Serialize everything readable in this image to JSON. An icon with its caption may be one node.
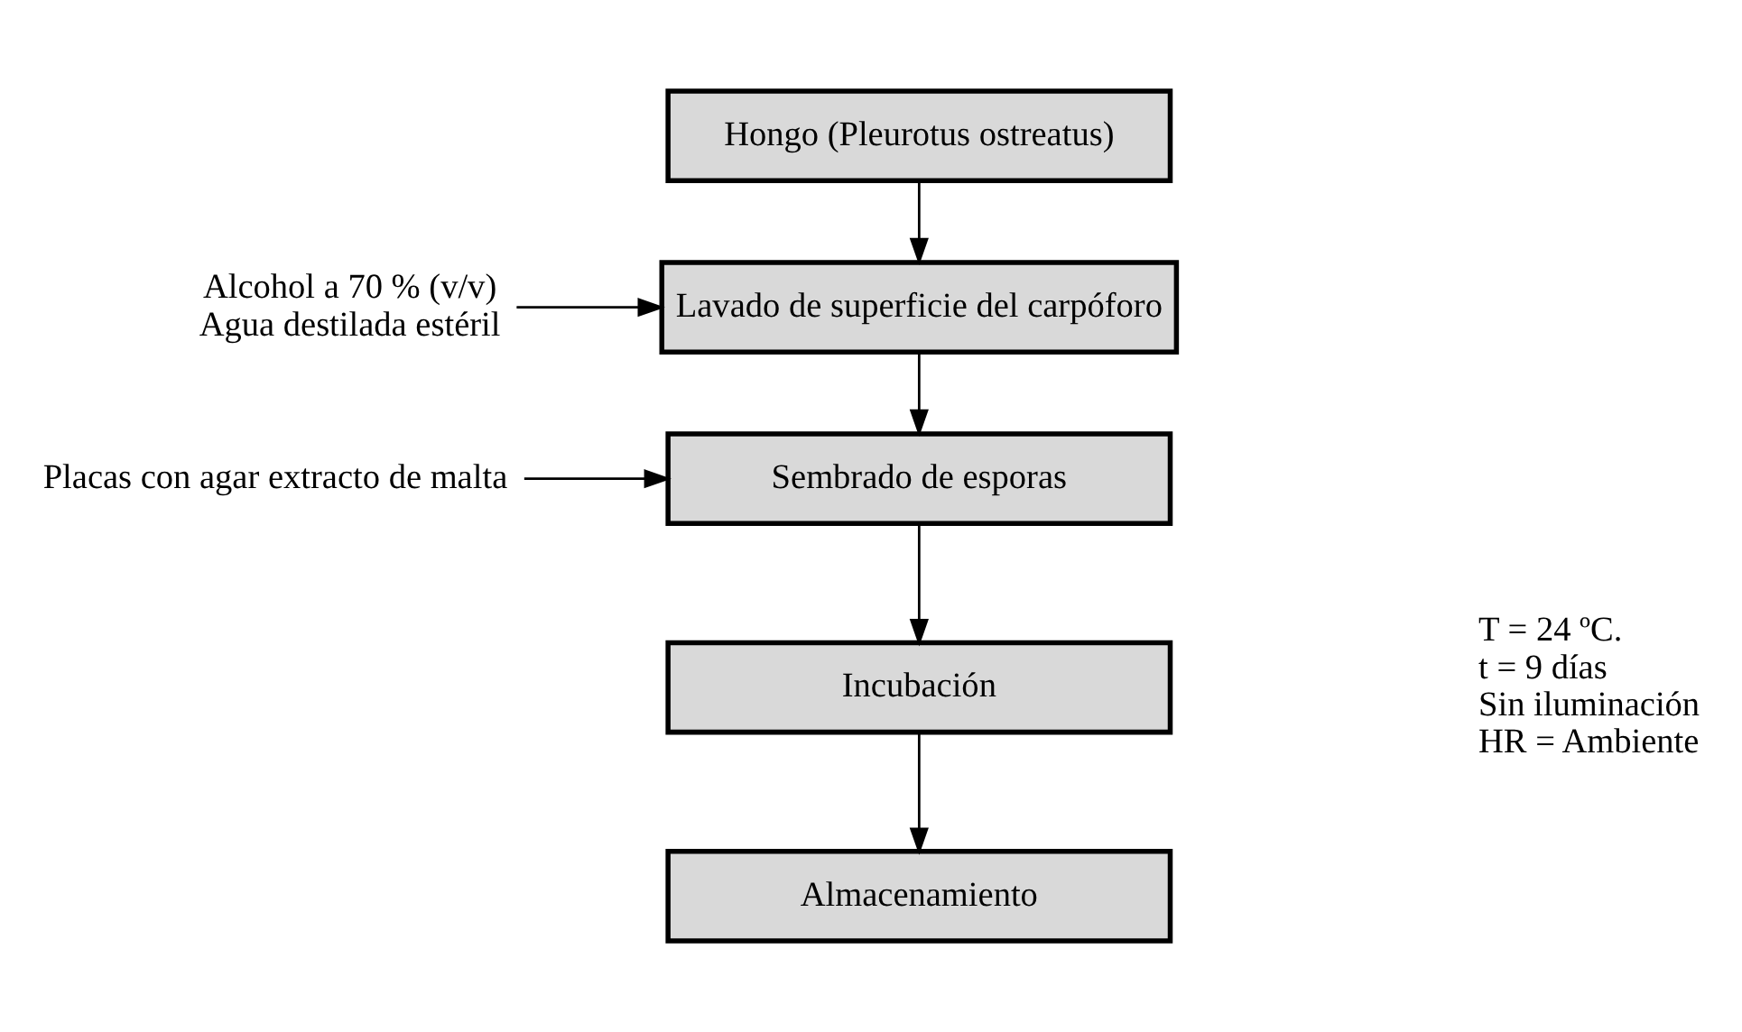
{
  "diagram": {
    "nodes": [
      {
        "text": [
          "Hongo (Pleurotus ostreatus)"
        ]
      },
      {
        "text": [
          "Alcohol a 70 % (v/v)",
          "Agua destilada estéril"
        ]
      },
      {
        "text": [
          "Lavado de superficie del carpóforo"
        ]
      },
      {
        "text": [
          "Placas con agar extracto de malta"
        ]
      },
      {
        "text": [
          "Sembrado de esporas"
        ]
      },
      {
        "text": [
          "Incubación"
        ],
        "beside": [
          "T = 24 ºC.",
          "t = 9 días",
          "Sin iluminación",
          "HR = Ambiente"
        ]
      },
      {
        "text": [
          "Almacenamiento"
        ]
      }
    ],
    "edges": [
      {
        "from": 0,
        "to": 2,
        "arrow": "to"
      },
      {
        "from": 1,
        "to": 2,
        "arrow": "to"
      },
      {
        "from": 2,
        "to": 4,
        "arrow": "to"
      },
      {
        "from": 3,
        "to": 4,
        "arrow": "to"
      },
      {
        "from": 4,
        "to": 5,
        "arrow": "to"
      },
      {
        "from": 5,
        "to": 6,
        "arrow": "to"
      }
    ]
  }
}
